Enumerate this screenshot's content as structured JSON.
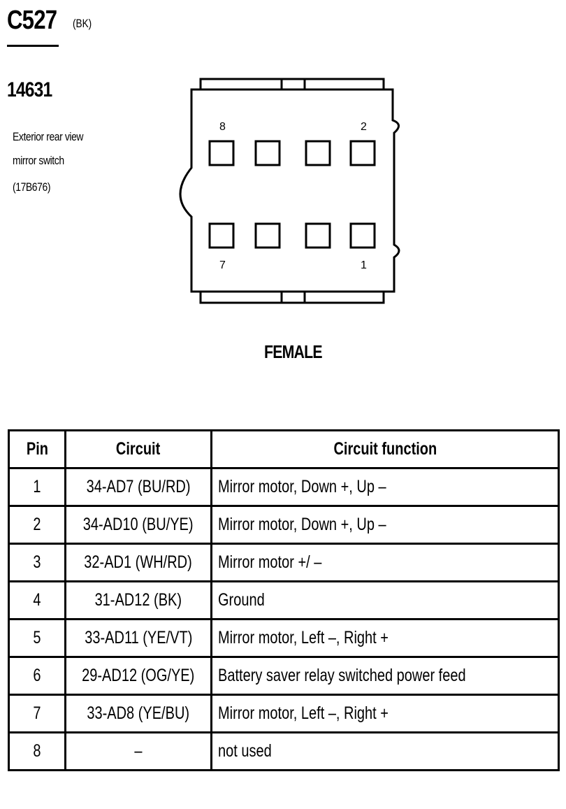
{
  "connector": {
    "id": "C527",
    "color": "(BK)"
  },
  "component": {
    "part_number": "14631",
    "description": [
      "Exterior rear view",
      "mirror switch",
      "(17B676)"
    ]
  },
  "diagram": {
    "pin_labels": {
      "top_left": "8",
      "top_right": "2",
      "bottom_left": "7",
      "bottom_right": "1"
    },
    "gender": "FEMALE"
  },
  "table": {
    "headers": [
      "Pin",
      "Circuit",
      "Circuit function"
    ],
    "rows": [
      {
        "pin": "1",
        "circuit": "34-AD7 (BU/RD)",
        "function": "Mirror motor, Down +, Up –"
      },
      {
        "pin": "2",
        "circuit": "34-AD10 (BU/YE)",
        "function": "Mirror motor, Down +, Up –"
      },
      {
        "pin": "3",
        "circuit": "32-AD1 (WH/RD)",
        "function": "Mirror motor +/ –"
      },
      {
        "pin": "4",
        "circuit": "31-AD12 (BK)",
        "function": "Ground"
      },
      {
        "pin": "5",
        "circuit": "33-AD11 (YE/VT)",
        "function": "Mirror motor, Left –, Right +"
      },
      {
        "pin": "6",
        "circuit": "29-AD12 (OG/YE)",
        "function": "Battery saver relay switched power feed"
      },
      {
        "pin": "7",
        "circuit": "33-AD8 (YE/BU)",
        "function": "Mirror motor, Left –, Right +"
      },
      {
        "pin": "8",
        "circuit": "–",
        "function": "not used"
      }
    ]
  }
}
